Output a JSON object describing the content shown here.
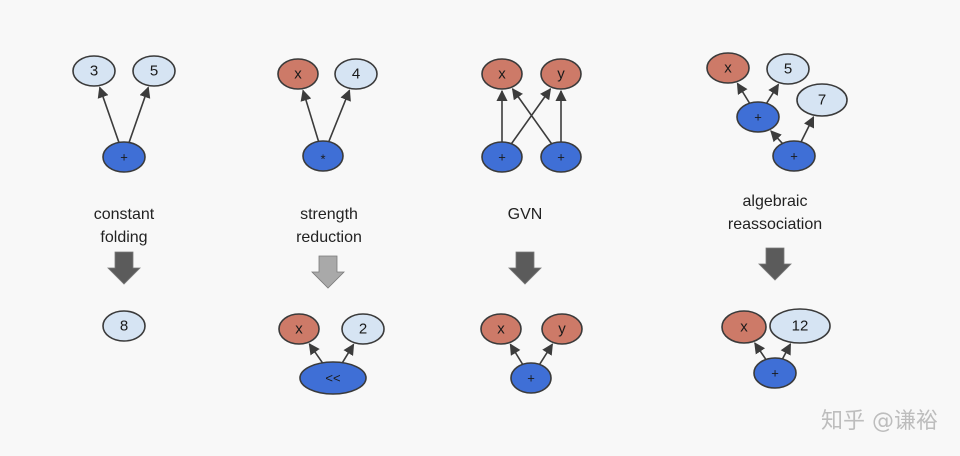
{
  "colors": {
    "background": "#f8f8f8",
    "constant": "#d6e4f3",
    "variable": "#cd7a68",
    "operator": "#3f6fd6",
    "arrow_dark": "#5b5b5b",
    "arrow_light": "#a9a9a9"
  },
  "panels": [
    {
      "id": "constant-folding",
      "caption": [
        "constant",
        "folding"
      ],
      "before": {
        "nodes": [
          {
            "id": "a",
            "label": "3",
            "kind": "constant"
          },
          {
            "id": "b",
            "label": "5",
            "kind": "constant"
          },
          {
            "id": "c",
            "label": "+",
            "kind": "operator"
          }
        ],
        "edges": [
          [
            "c",
            "a"
          ],
          [
            "c",
            "b"
          ]
        ]
      },
      "arrow_style": "dark",
      "after": {
        "nodes": [
          {
            "id": "r",
            "label": "8",
            "kind": "constant"
          }
        ],
        "edges": []
      }
    },
    {
      "id": "strength-reduction",
      "caption": [
        "strength",
        "reduction"
      ],
      "before": {
        "nodes": [
          {
            "id": "a",
            "label": "x",
            "kind": "variable"
          },
          {
            "id": "b",
            "label": "4",
            "kind": "constant"
          },
          {
            "id": "c",
            "label": "*",
            "kind": "operator"
          }
        ],
        "edges": [
          [
            "c",
            "a"
          ],
          [
            "c",
            "b"
          ]
        ]
      },
      "arrow_style": "light",
      "after": {
        "nodes": [
          {
            "id": "a",
            "label": "x",
            "kind": "variable"
          },
          {
            "id": "b",
            "label": "2",
            "kind": "constant"
          },
          {
            "id": "c",
            "label": "<<",
            "kind": "operator"
          }
        ],
        "edges": [
          [
            "c",
            "a"
          ],
          [
            "c",
            "b"
          ]
        ]
      }
    },
    {
      "id": "gvn",
      "caption": [
        "GVN"
      ],
      "before": {
        "nodes": [
          {
            "id": "a",
            "label": "x",
            "kind": "variable"
          },
          {
            "id": "b",
            "label": "y",
            "kind": "variable"
          },
          {
            "id": "c",
            "label": "+",
            "kind": "operator"
          },
          {
            "id": "d",
            "label": "+",
            "kind": "operator"
          }
        ],
        "edges": [
          [
            "c",
            "a"
          ],
          [
            "c",
            "b"
          ],
          [
            "d",
            "a"
          ],
          [
            "d",
            "b"
          ]
        ]
      },
      "arrow_style": "dark",
      "after": {
        "nodes": [
          {
            "id": "a",
            "label": "x",
            "kind": "variable"
          },
          {
            "id": "b",
            "label": "y",
            "kind": "variable"
          },
          {
            "id": "c",
            "label": "+",
            "kind": "operator"
          }
        ],
        "edges": [
          [
            "c",
            "a"
          ],
          [
            "c",
            "b"
          ]
        ]
      }
    },
    {
      "id": "algebraic-reassociation",
      "caption": [
        "algebraic",
        "reassociation"
      ],
      "before": {
        "nodes": [
          {
            "id": "a",
            "label": "x",
            "kind": "variable"
          },
          {
            "id": "b",
            "label": "5",
            "kind": "constant"
          },
          {
            "id": "c",
            "label": "+",
            "kind": "operator"
          },
          {
            "id": "d",
            "label": "7",
            "kind": "constant"
          },
          {
            "id": "e",
            "label": "+",
            "kind": "operator"
          }
        ],
        "edges": [
          [
            "c",
            "a"
          ],
          [
            "c",
            "b"
          ],
          [
            "e",
            "c"
          ],
          [
            "e",
            "d"
          ]
        ]
      },
      "arrow_style": "dark",
      "after": {
        "nodes": [
          {
            "id": "a",
            "label": "x",
            "kind": "variable"
          },
          {
            "id": "b",
            "label": "12",
            "kind": "constant"
          },
          {
            "id": "c",
            "label": "+",
            "kind": "operator"
          }
        ],
        "edges": [
          [
            "c",
            "a"
          ],
          [
            "c",
            "b"
          ]
        ]
      }
    }
  ],
  "watermark": "知乎 @谦裕"
}
